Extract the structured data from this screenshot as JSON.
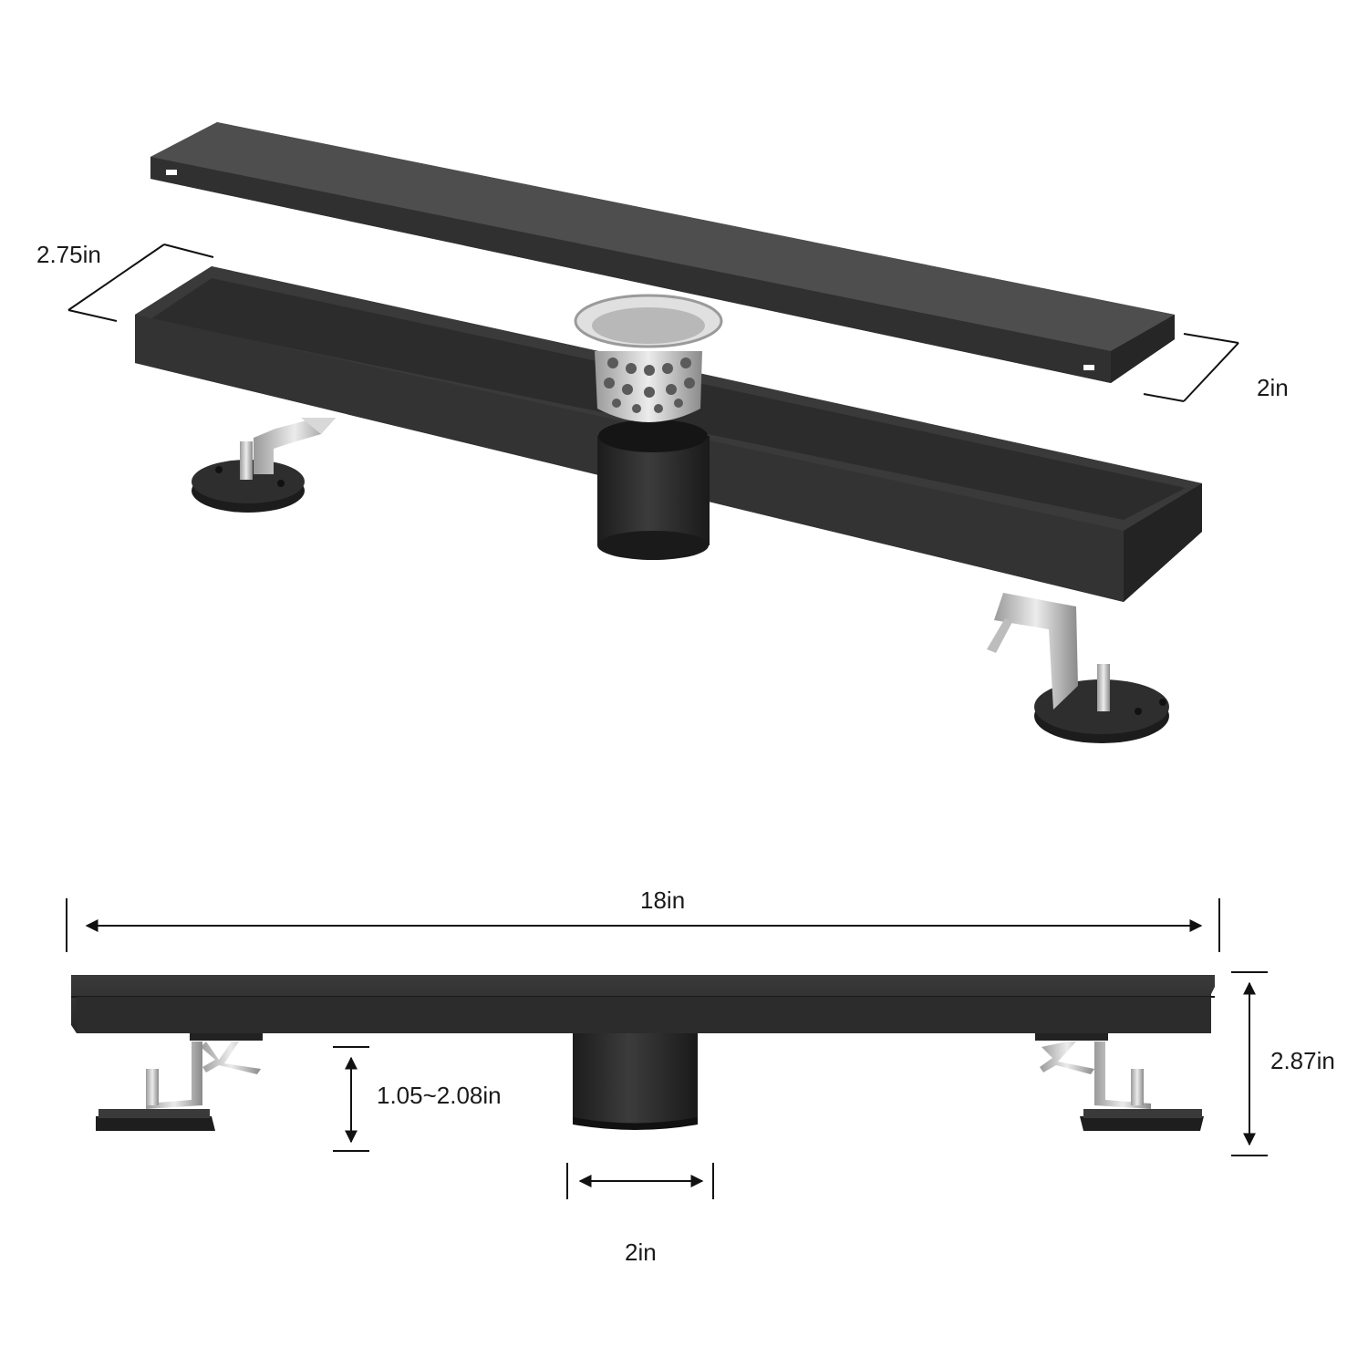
{
  "dimensions": {
    "width_top": "2.75in",
    "depth_top": "2in",
    "length": "18in",
    "height": "2.87in",
    "leg_adjust": "1.05~2.08in",
    "outlet": "2in"
  },
  "colors": {
    "body": "#3a3a3a",
    "body_light": "#4a4a4a",
    "body_dark": "#1f1f1f",
    "metal": "#c8c8c8",
    "dim_line": "#111111"
  }
}
